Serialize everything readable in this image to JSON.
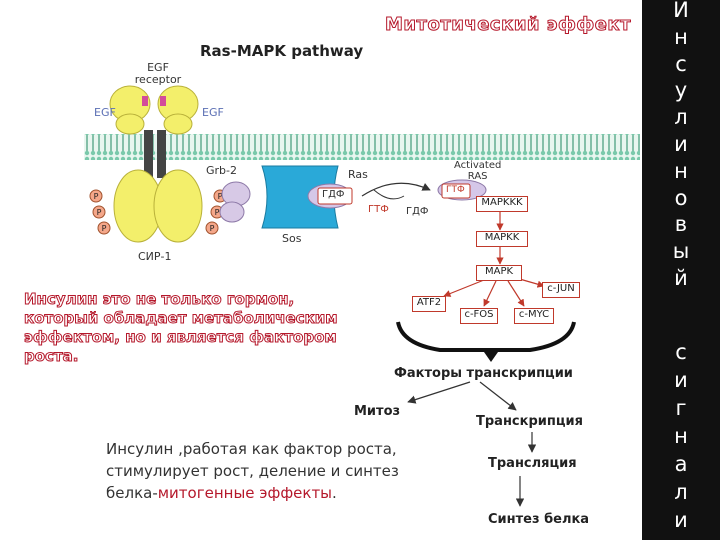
{
  "header": {
    "title": "Митотический эффект",
    "subtitle": "Ras-MAPK pathway"
  },
  "side_panel": {
    "word1": [
      "И",
      "н",
      "с",
      "у",
      "л",
      "и",
      "н",
      "о",
      "в",
      "ы",
      "й"
    ],
    "word2": [
      "с",
      "и",
      "г",
      "н",
      "а",
      "л",
      "и"
    ]
  },
  "diagram": {
    "egf_receptor": "EGF\nreceptor",
    "egf_left": "EGF",
    "egf_right": "EGF",
    "grb2": "Grb-2",
    "ras": "Ras",
    "sos": "Sos",
    "gdp_on_ras": "ГДФ",
    "gtp_out": "ГТФ",
    "gdp_out": "ГДФ",
    "activated_ras": "Activated\nRAS",
    "gtp_on_activated": "ГТФ",
    "mapkkk": "MAPKKK",
    "mapkk": "MAPKK",
    "mapk": "MAPK",
    "cjun": "c-JUN",
    "atf2": "ATF2",
    "cfos": "c-FOS",
    "cmyc": "c-MYC",
    "sip1": "СИР-1",
    "phospho": "P"
  },
  "flow": {
    "transcription_factors": "Факторы транскрипции",
    "mitosis": "Митоз",
    "transcription": "Транскрипция",
    "translation": "Трансляция",
    "protein_synthesis": "Синтез белка"
  },
  "text": {
    "insulin_growth": "Инсулин это не только гормон, который обладает метаболическим эффектом, но и является фактором роста.",
    "growth_effects_prefix": "Инсулин ,работая как фактор роста, стимулирует рост, деление и синтез белка-",
    "growth_effects_highlight": "митогенные эффекты",
    "growth_effects_suffix": "."
  },
  "colors": {
    "title_outline": "#b5182b",
    "receptor": "#f3ef6b",
    "membrane": "#9fd9c3",
    "sos": "#2aa9d8",
    "ras": "#d5c7e8",
    "phospho": "#f4a78a",
    "side_panel": "#111111"
  }
}
